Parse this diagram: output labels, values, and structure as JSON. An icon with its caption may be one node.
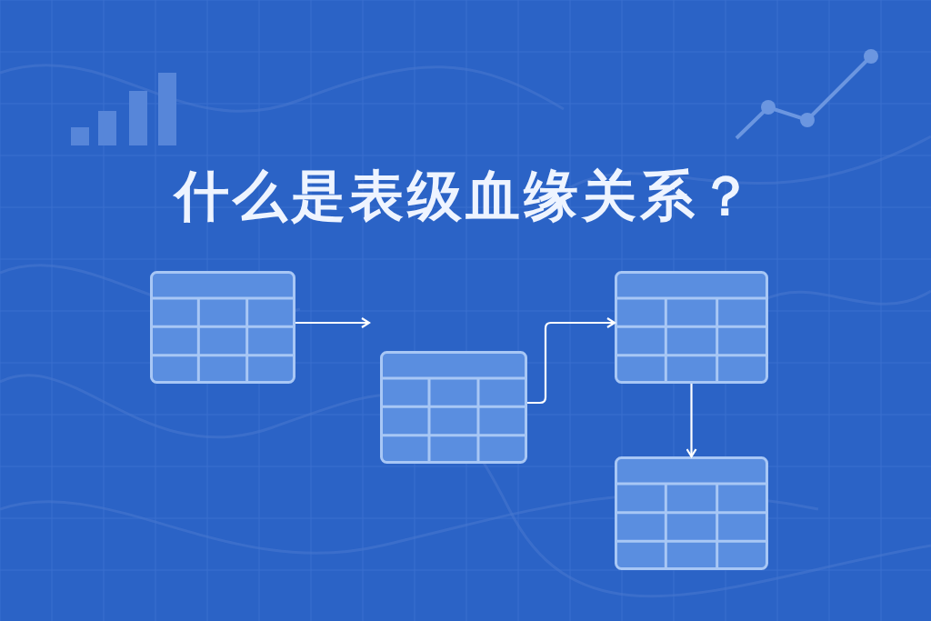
{
  "diagram": {
    "title": "什么是表级血缘关系？",
    "nodes": [
      {
        "text": [],
        "shape": "table"
      },
      {
        "text": [],
        "shape": "table"
      },
      {
        "text": [],
        "shape": "table"
      },
      {
        "text": [],
        "shape": "table"
      }
    ],
    "edges": [
      {
        "from": 0,
        "to": 1,
        "arrow": "to"
      },
      {
        "from": 1,
        "to": 2,
        "arrow": "to"
      },
      {
        "from": 2,
        "to": 3,
        "arrow": "to"
      }
    ]
  }
}
